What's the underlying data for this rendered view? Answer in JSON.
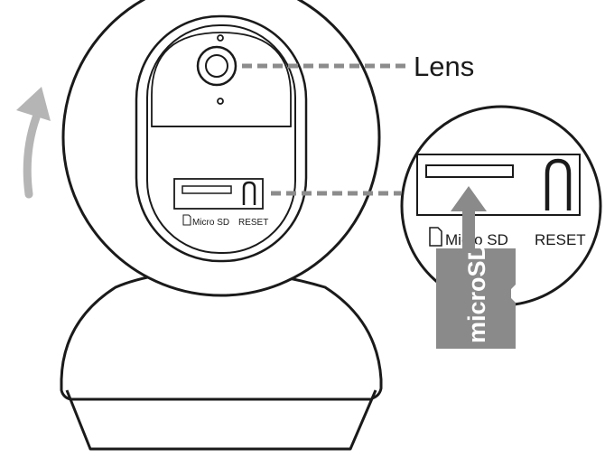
{
  "labels": {
    "lens": "Lens",
    "micro_sd_small": "Micro SD",
    "reset_small": "RESET",
    "micro_sd_zoom": "Micro SD",
    "reset_zoom": "RESET",
    "card_text": "microSD"
  },
  "colors": {
    "outline": "#1a1a1a",
    "callout_dash": "#8c8c8c",
    "arrow": "#b5b5b5",
    "card": "#8a8a8a",
    "card_text": "#ffffff",
    "background": "#ffffff"
  },
  "icons": {
    "rotation_arrow": "curved-arrow-up-icon",
    "insert_arrow": "arrow-up-icon",
    "sd_card": "sd-card-icon"
  }
}
